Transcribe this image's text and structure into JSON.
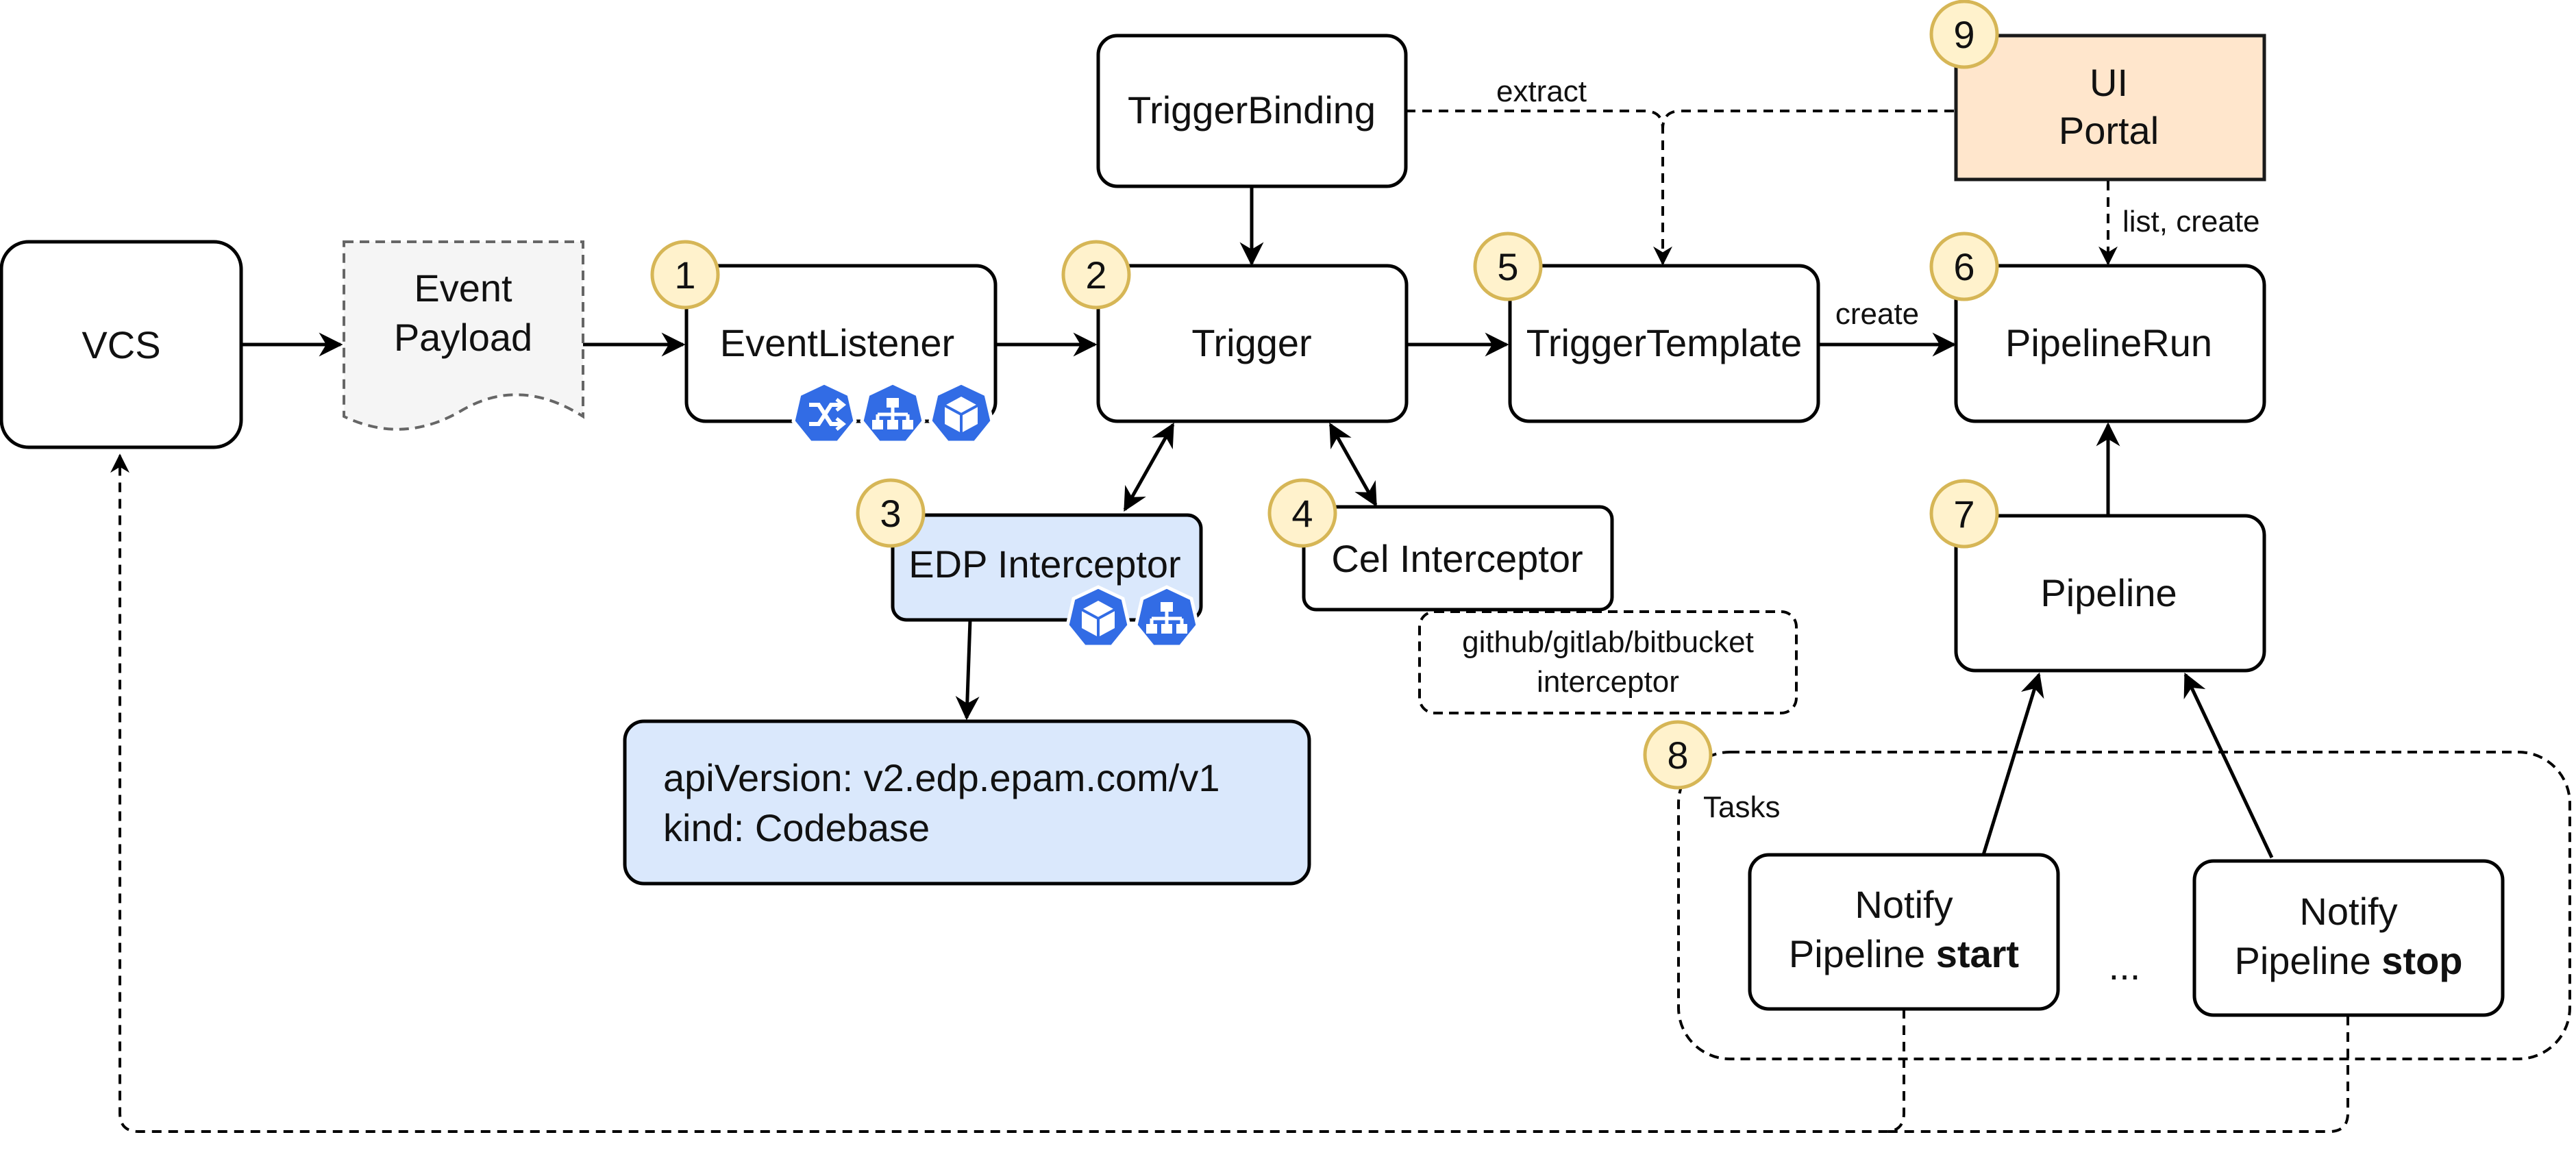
{
  "nodes": {
    "vcs": "VCS",
    "event_payload": [
      "Event",
      "Payload"
    ],
    "event_listener": "EventListener",
    "trigger": "Trigger",
    "trigger_binding": "TriggerBinding",
    "trigger_template": "TriggerTemplate",
    "pipeline_run": "PipelineRun",
    "pipeline": "Pipeline",
    "ui_portal": [
      "UI",
      "Portal"
    ],
    "edp_interceptor": "EDP Interceptor",
    "cel_interceptor": "Cel Interceptor",
    "scm_interceptor": [
      "github/gitlab/bitbucket",
      "interceptor"
    ],
    "codebase_spec": [
      "apiVersion: v2.edp.epam.com/v1",
      "kind: Codebase"
    ],
    "notify_start": {
      "line1": "Notify",
      "prefix": "Pipeline ",
      "emph": "start"
    },
    "notify_stop": {
      "line1": "Notify",
      "prefix": "Pipeline ",
      "emph": "stop"
    },
    "tasks_group": "Tasks",
    "ellipsis": "..."
  },
  "badges": [
    "1",
    "2",
    "3",
    "4",
    "5",
    "6",
    "7",
    "8",
    "9"
  ],
  "edge_labels": {
    "extract": "extract",
    "create": "create",
    "list_create": "list, create"
  },
  "icons": {
    "event_listener": [
      "shuffle-icon",
      "network-icon",
      "pod-icon"
    ],
    "edp_interceptor": [
      "pod-icon",
      "network-icon"
    ]
  },
  "colors": {
    "badge_fill": "#FFF2CC",
    "badge_stroke": "#D6B656",
    "portal_fill": "#FFE6CC",
    "portal_stroke": "#1A1A1A",
    "interceptor_fill": "#DAE8FC",
    "payload_fill": "#F5F5F5",
    "k8s_blue": "#326CE5"
  }
}
